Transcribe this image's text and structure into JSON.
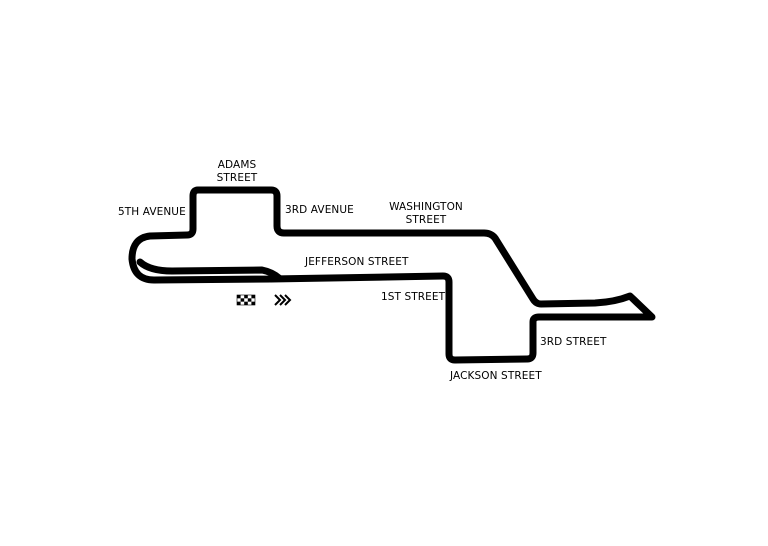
{
  "map": {
    "labels": {
      "adams": [
        "ADAMS",
        "STREET"
      ],
      "fifth_avenue": "5TH AVENUE",
      "third_avenue": "3RD AVENUE",
      "washington": [
        "WASHINGTON",
        "STREET"
      ],
      "jefferson": "JEFFERSON STREET",
      "first_street": "1ST STREET",
      "third_street": "3RD STREET",
      "jackson": "JACKSON STREET"
    },
    "track_color": "#000000",
    "background_color": "#ffffff",
    "icons": {
      "start_finish": "checkered-flag-icon",
      "direction": "direction-chevrons-icon"
    }
  }
}
